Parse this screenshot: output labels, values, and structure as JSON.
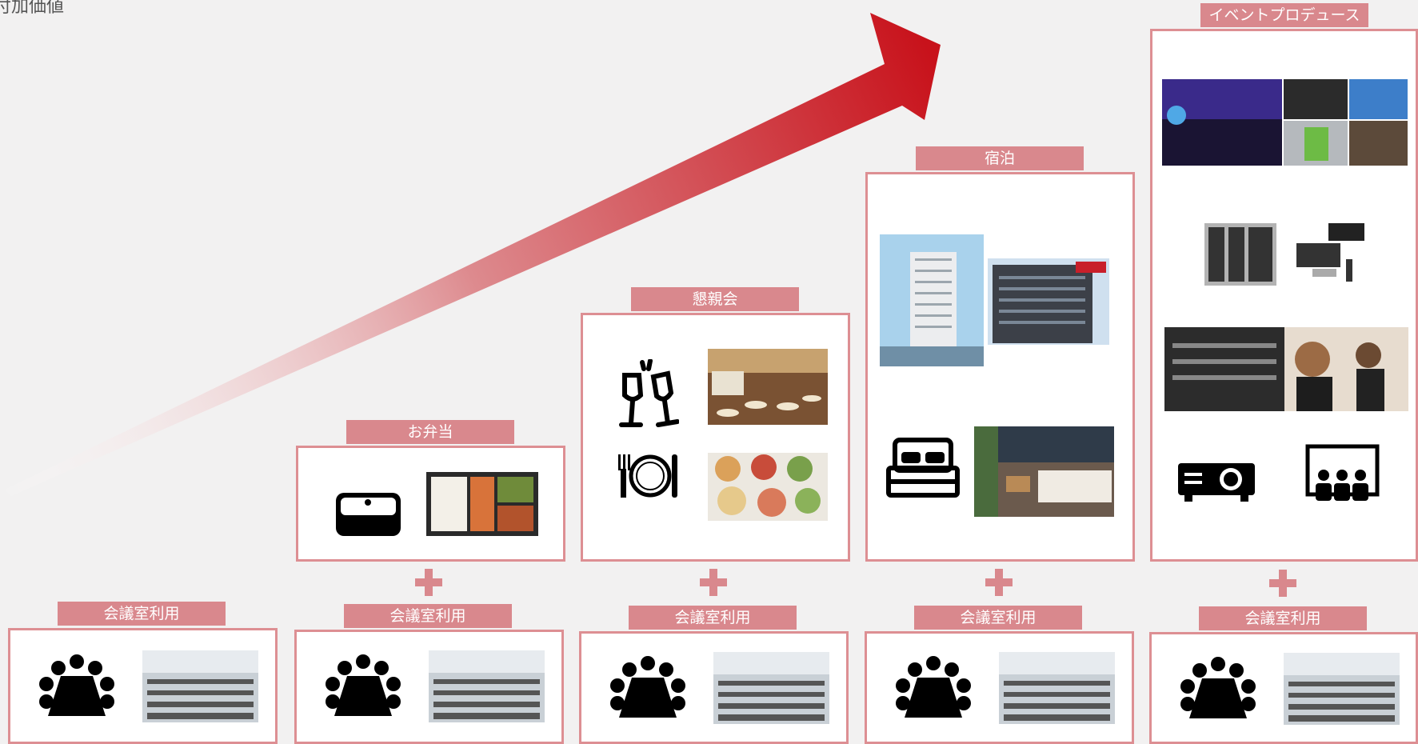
{
  "axis_label": "付加価値",
  "colors": {
    "accent": "#d9888d",
    "border": "#dd8f93",
    "arrow": "#c8121b"
  },
  "meeting_label": "会議室利用",
  "stages": [
    {
      "label": "会議室利用"
    },
    {
      "label": "お弁当"
    },
    {
      "label": "懇親会"
    },
    {
      "label": "宿泊"
    },
    {
      "label": "イベントプロデュース"
    }
  ]
}
